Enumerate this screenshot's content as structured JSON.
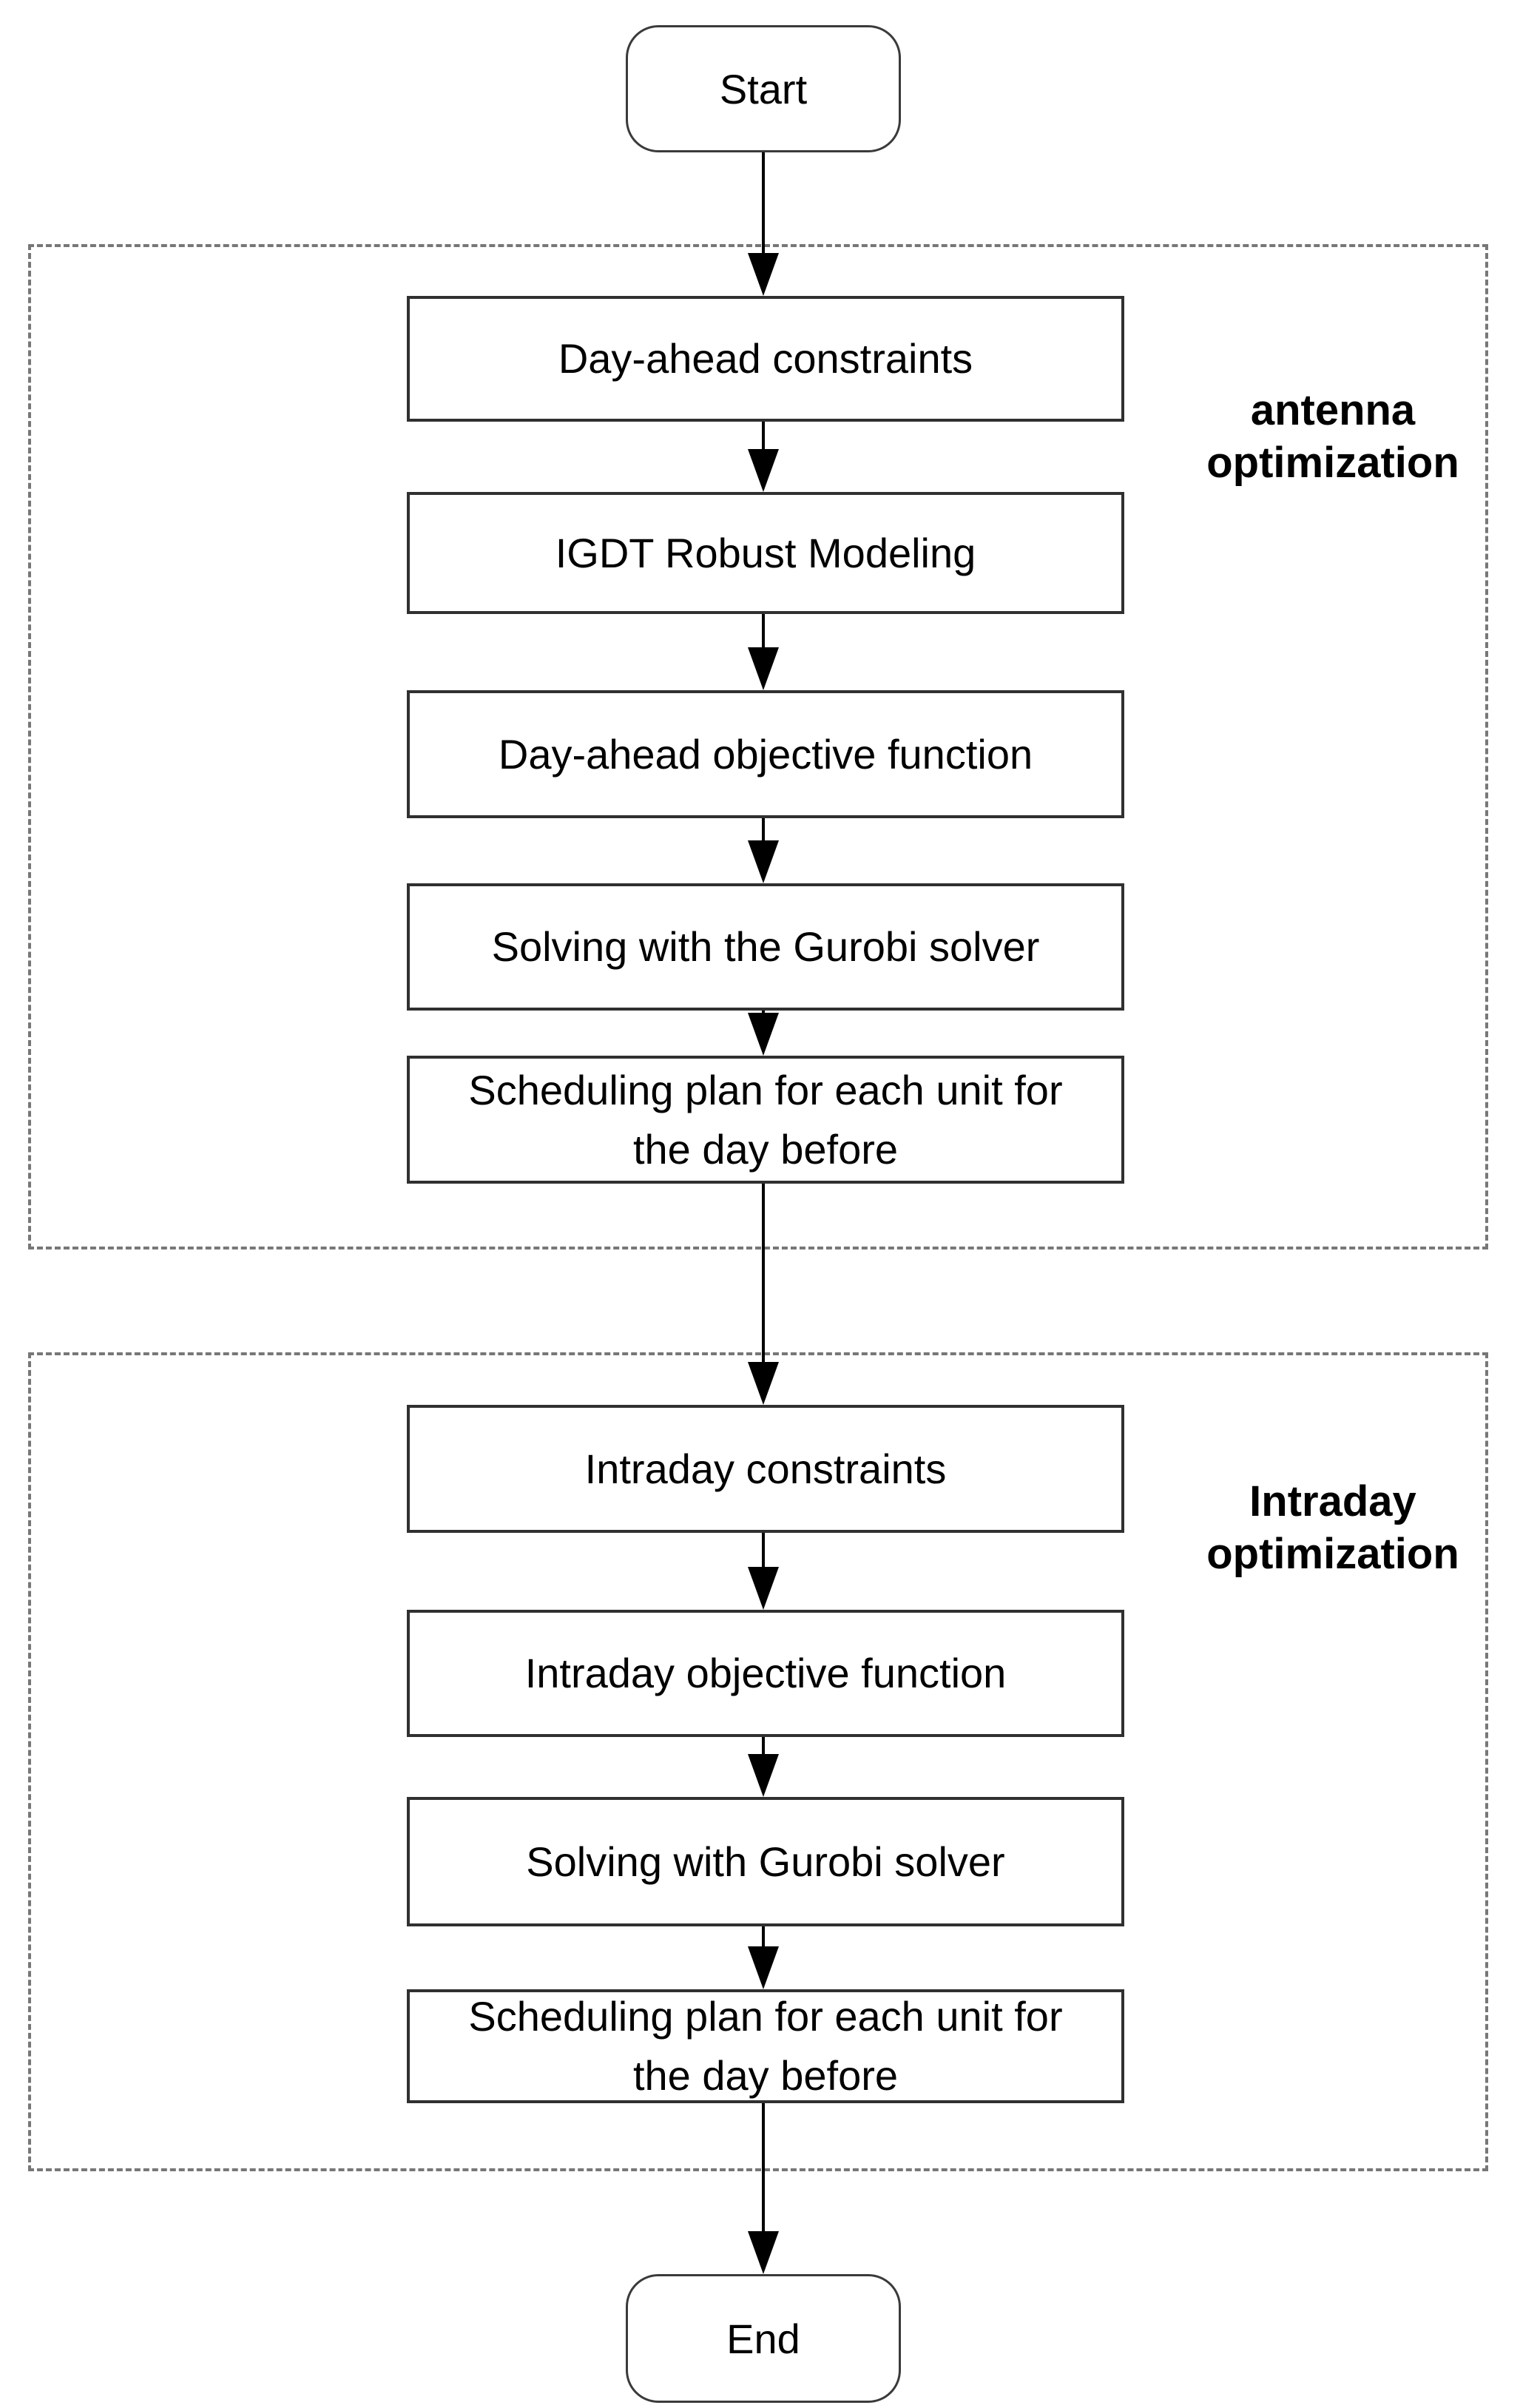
{
  "flowchart": {
    "start_label": "Start",
    "end_label": "End",
    "day_ahead": {
      "group_label": "antenna optimization",
      "steps": [
        "Day-ahead constraints",
        "IGDT Robust Modeling",
        "Day-ahead objective function",
        "Solving with the Gurobi solver",
        "Scheduling plan for each unit for the day before"
      ]
    },
    "intraday": {
      "group_label": "Intraday optimization",
      "steps": [
        "Intraday constraints",
        "Intraday objective function",
        "Solving with Gurobi solver",
        "Scheduling plan for each unit for the day before"
      ]
    },
    "colors": {
      "background": "#ffffff",
      "process_border": "#303030",
      "terminal_border": "#3a3a3a",
      "group_dashed_border": "#777777",
      "arrow": "#000000",
      "text": "#000000"
    }
  }
}
